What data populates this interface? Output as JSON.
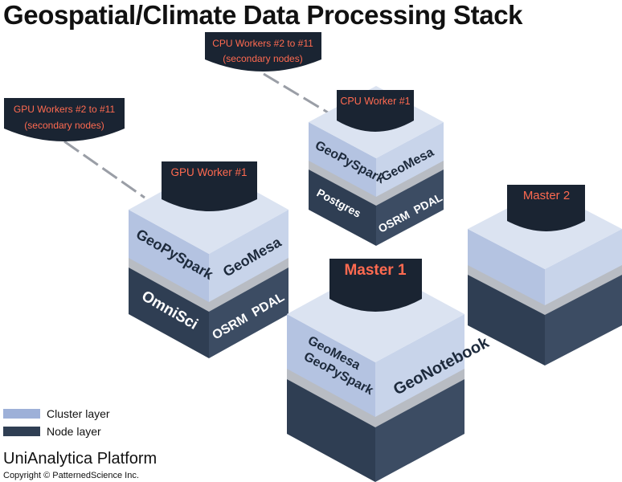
{
  "title": "Geospatial/Climate Data Processing Stack",
  "colors": {
    "cluster_top": "#dbe3f1",
    "cluster_left": "#b4c3e1",
    "cluster_right": "#c8d4ea",
    "gray_band": "#b8bcc3",
    "node_left": "#2f3e53",
    "node_right": "#3c4c63",
    "tag": "#1a2432",
    "label_red": "#ff6a50",
    "dark_text": "#1d2a3c",
    "light_text": "#ffffff"
  },
  "blocks": {
    "gpu_worker": {
      "tag": "GPU Worker #1",
      "cluster_left": "GeoPySpark",
      "cluster_right": "GeoMesa",
      "node_left": "OmniSci",
      "node_right": "OSRM  PDAL"
    },
    "cpu_worker": {
      "tag": "CPU Worker #1",
      "cluster_left": "GeoPySpark",
      "cluster_right": "GeoMesa",
      "node_left": "Postgres",
      "node_right": "OSRM  PDAL"
    },
    "master1": {
      "tag": "Master 1",
      "cluster_left_line1": "GeoMesa",
      "cluster_left_line2": "GeoPySpark",
      "cluster_right": "GeoNotebook"
    },
    "master2": {
      "tag": "Master 2"
    }
  },
  "callouts": {
    "gpu": {
      "line1": "GPU Workers #2 to #11",
      "line2": "(secondary nodes)"
    },
    "cpu": {
      "line1": "CPU Workers #2 to #11",
      "line2": "(secondary nodes)"
    }
  },
  "legend": [
    {
      "label": "Cluster layer",
      "color": "#9db0d8"
    },
    {
      "label": "Node layer",
      "color": "#2f3e53"
    }
  ],
  "platform": "UniAnalytica Platform",
  "copyright": "Copyright © PatternedScience Inc."
}
